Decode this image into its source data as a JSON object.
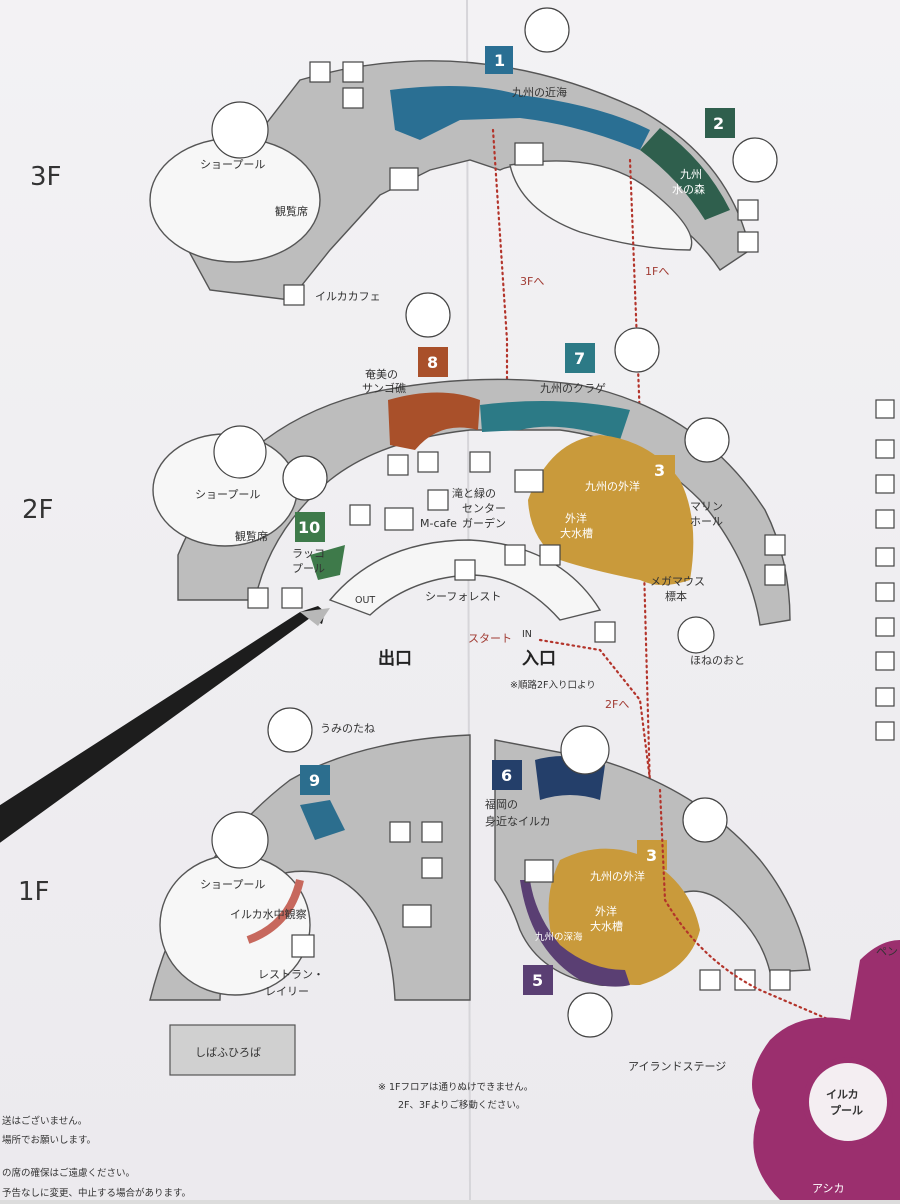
{
  "floors": {
    "f3": "3F",
    "f2": "2F",
    "f1": "1F"
  },
  "zones": [
    {
      "num": "1",
      "name": "九州の近海",
      "color": "#2a6f93"
    },
    {
      "num": "2",
      "name": "九州水の森",
      "color": "#2f5f4d"
    },
    {
      "num": "3",
      "name": "九州の外洋 外洋大水槽",
      "color": "#c99a3b"
    },
    {
      "num": "5",
      "name": "九州の深海",
      "color": "#5a3f73"
    },
    {
      "num": "6",
      "name": "福岡の身近なイルカ",
      "color": "#243f6a"
    },
    {
      "num": "7",
      "name": "九州のクラゲ",
      "color": "#2c7a86"
    },
    {
      "num": "8",
      "name": "奄美のサンゴ礁",
      "color": "#a9502a"
    },
    {
      "num": "9",
      "name": "うみのたね",
      "color": "#2c6e8e"
    },
    {
      "num": "10",
      "name": "ラッコプール",
      "color": "#3e7a4a"
    }
  ],
  "labels": {
    "z1": "九州の近海",
    "z2_a": "九州",
    "z2_b": "水の森",
    "z3_a": "九州の外洋",
    "z3_b": "外洋",
    "z3_c": "大水槽",
    "z5": "九州の深海",
    "z6_a": "福岡の",
    "z6_b": "身近なイルカ",
    "z7": "九州のクラゲ",
    "z8_a": "奄美の",
    "z8_b": "サンゴ礁",
    "z9": "うみのたね",
    "z10_a": "ラッコ",
    "z10_b": "プール",
    "show_pool": "ショープール",
    "seats": "観覧席",
    "iruka_cafe": "イルカカフェ",
    "marine_hall": "マリン",
    "marine_hall_b": "ホール",
    "mcafe": "M-cafe",
    "garden_a": "滝と緑の",
    "garden_b": "センター",
    "garden_c": "ガーデン",
    "sea_forest": "シーフォレスト",
    "megamouth_a": "メガマウス",
    "megamouth_b": "標本",
    "hone": "ほねのおと",
    "out": "OUT",
    "in": "IN",
    "start": "スタート",
    "exit": "出口",
    "entrance": "入口",
    "route_note": "※順路2F入り口より",
    "to3f": "3Fへ",
    "to1f": "1Fへ",
    "to2f": "2Fへ",
    "underwater": "イルカ水中観察",
    "restaurant_a": "レストラン・",
    "restaurant_b": "レイリー",
    "lawn": "しばふひろば",
    "island_stage": "アイランドステージ",
    "dolphin_pool_a": "イルカ",
    "dolphin_pool_b": "プール",
    "note_a": "※ 1Fフロアは通りぬけできません。",
    "note_b": "2F、3Fよりご移動ください。",
    "penguin": "ペン",
    "ashika": "アシカ",
    "footer_1": "送はございません。",
    "footer_2": "場所でお願いします。",
    "footer_3": "の席の確保はご遠慮ください。",
    "footer_4": "予告なしに変更、中止する場合があります。"
  },
  "colors": {
    "route": "#b3342b",
    "penguin_area": "#9b2f6e",
    "wall": "#bdbdbd"
  }
}
